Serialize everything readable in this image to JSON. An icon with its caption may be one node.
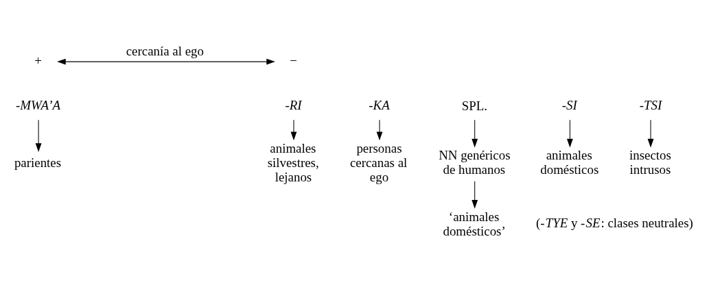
{
  "diagram": {
    "nodes": [
      {
        "text": [
          "+"
        ]
      },
      {
        "text": [
          "−"
        ]
      },
      {
        "text": [
          "-MWA’A"
        ]
      },
      {
        "text": [
          "-KA"
        ]
      },
      {
        "text": [
          "SPL."
        ]
      },
      {
        "text": [
          "-SI"
        ]
      },
      {
        "text": [
          "-TSI"
        ]
      },
      {
        "text": [
          "-RI"
        ]
      },
      {
        "text": [
          "parientes"
        ]
      },
      {
        "text": [
          "personas cercanas al ego"
        ]
      },
      {
        "text": [
          "NN genéricos de humanos"
        ]
      },
      {
        "text": [
          "animales domésticos"
        ]
      },
      {
        "text": [
          "insectos intrusos"
        ]
      },
      {
        "text": [
          "animales silvestres, lejanos"
        ]
      },
      {
        "text": [
          "‘animales domésticos’"
        ]
      }
    ],
    "edges": [
      {
        "from": 0,
        "to": 1,
        "arrow": "both",
        "label": "cercanía al ego"
      },
      {
        "from": 2,
        "to": 8,
        "arrow": "to"
      },
      {
        "from": 3,
        "to": 9,
        "arrow": "to"
      },
      {
        "from": 4,
        "to": 10,
        "arrow": "to"
      },
      {
        "from": 5,
        "to": 11,
        "arrow": "to"
      },
      {
        "from": 6,
        "to": 12,
        "arrow": "to"
      },
      {
        "from": 7,
        "to": 13,
        "arrow": "to"
      },
      {
        "from": 10,
        "to": 14,
        "arrow": "to"
      }
    ],
    "labels": [
      "(-*TYE* y -*SE*: clases neutrales)"
    ]
  }
}
